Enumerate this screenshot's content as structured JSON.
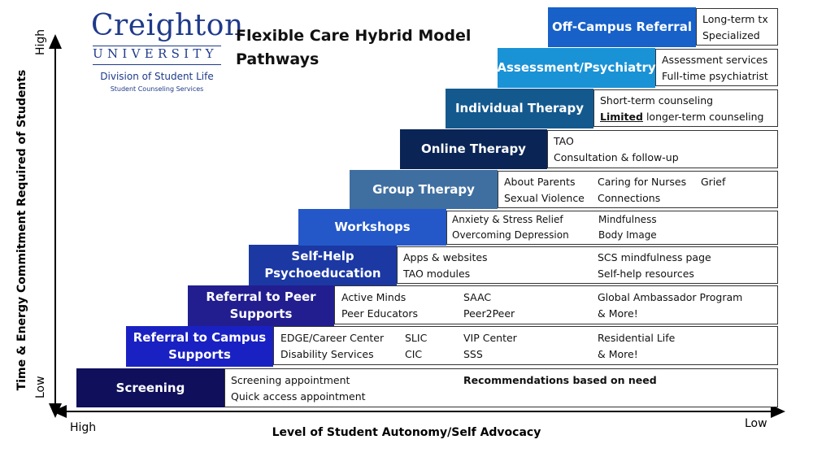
{
  "logo": {
    "name": "Creighton",
    "university": "UNIVERSITY",
    "division": "Division of Student Life",
    "services": "Student Counseling Services",
    "color": "#1f3a8a"
  },
  "title": {
    "line1": "Flexible Care Hybrid Model",
    "line2": "Pathways"
  },
  "axes": {
    "y_title": "Time & Energy Commitment Required of Students",
    "y_high": "High",
    "y_low": "Low",
    "x_title": "Level of Student Autonomy/Self Advocacy",
    "x_high": "High",
    "x_low": "Low"
  },
  "steps": {
    "screening": {
      "label": "Screening",
      "color": "#0f0f5c",
      "c1": "Screening appointment",
      "c2": "Quick access appointment",
      "c3": "Recommendations based on need"
    },
    "campus": {
      "label1": "Referral to Campus",
      "label2": "Supports",
      "color": "#1a21c2",
      "a1": "EDGE/Career Center",
      "a2": "Disability Services",
      "b1": "SLIC",
      "b2": "CIC",
      "c1": "VIP Center",
      "c2": "SSS",
      "d1": "Residential Life",
      "d2": "& More!"
    },
    "peer": {
      "label1": "Referral to Peer",
      "label2": "Supports",
      "color": "#221e90",
      "a1": "Active Minds",
      "a2": "Peer Educators",
      "c1": "SAAC",
      "c2": "Peer2Peer",
      "d1": "Global Ambassador Program",
      "d2": "& More!"
    },
    "selfhelp": {
      "label1": "Self-Help",
      "label2": "Psychoeducation",
      "color": "#1b38a3",
      "a1": "Apps & websites",
      "a2": "TAO modules",
      "d1": "SCS mindfulness page",
      "d2": "Self-help resources"
    },
    "workshops": {
      "label": "Workshops",
      "color": "#2458c8",
      "a1": "Anxiety & Stress Relief",
      "a2": "Overcoming Depression",
      "d1": "Mindfulness",
      "d2": "Body Image"
    },
    "group": {
      "label": "Group Therapy",
      "color": "#3f6fa0",
      "a1": "About Parents",
      "a2": "Sexual Violence",
      "b1": "Caring for Nurses",
      "b2": "Connections",
      "c1": "Grief"
    },
    "online": {
      "label": "Online Therapy",
      "color": "#0a2456",
      "a1": "TAO",
      "a2": "Consultation & follow-up"
    },
    "individual": {
      "label": "Individual Therapy",
      "color": "#14598e",
      "a1": "Short-term counseling",
      "a2_u": "Limited",
      "a2_rest": " longer-term counseling"
    },
    "assessment": {
      "label": "Assessment/Psychiatry",
      "color": "#1a92d6",
      "a1": "Assessment services",
      "a2": "Full-time psychiatrist"
    },
    "offcampus": {
      "label": "Off-Campus Referral",
      "color": "#1761c9",
      "a1": "Long-term tx",
      "a2": "Specialized"
    }
  }
}
